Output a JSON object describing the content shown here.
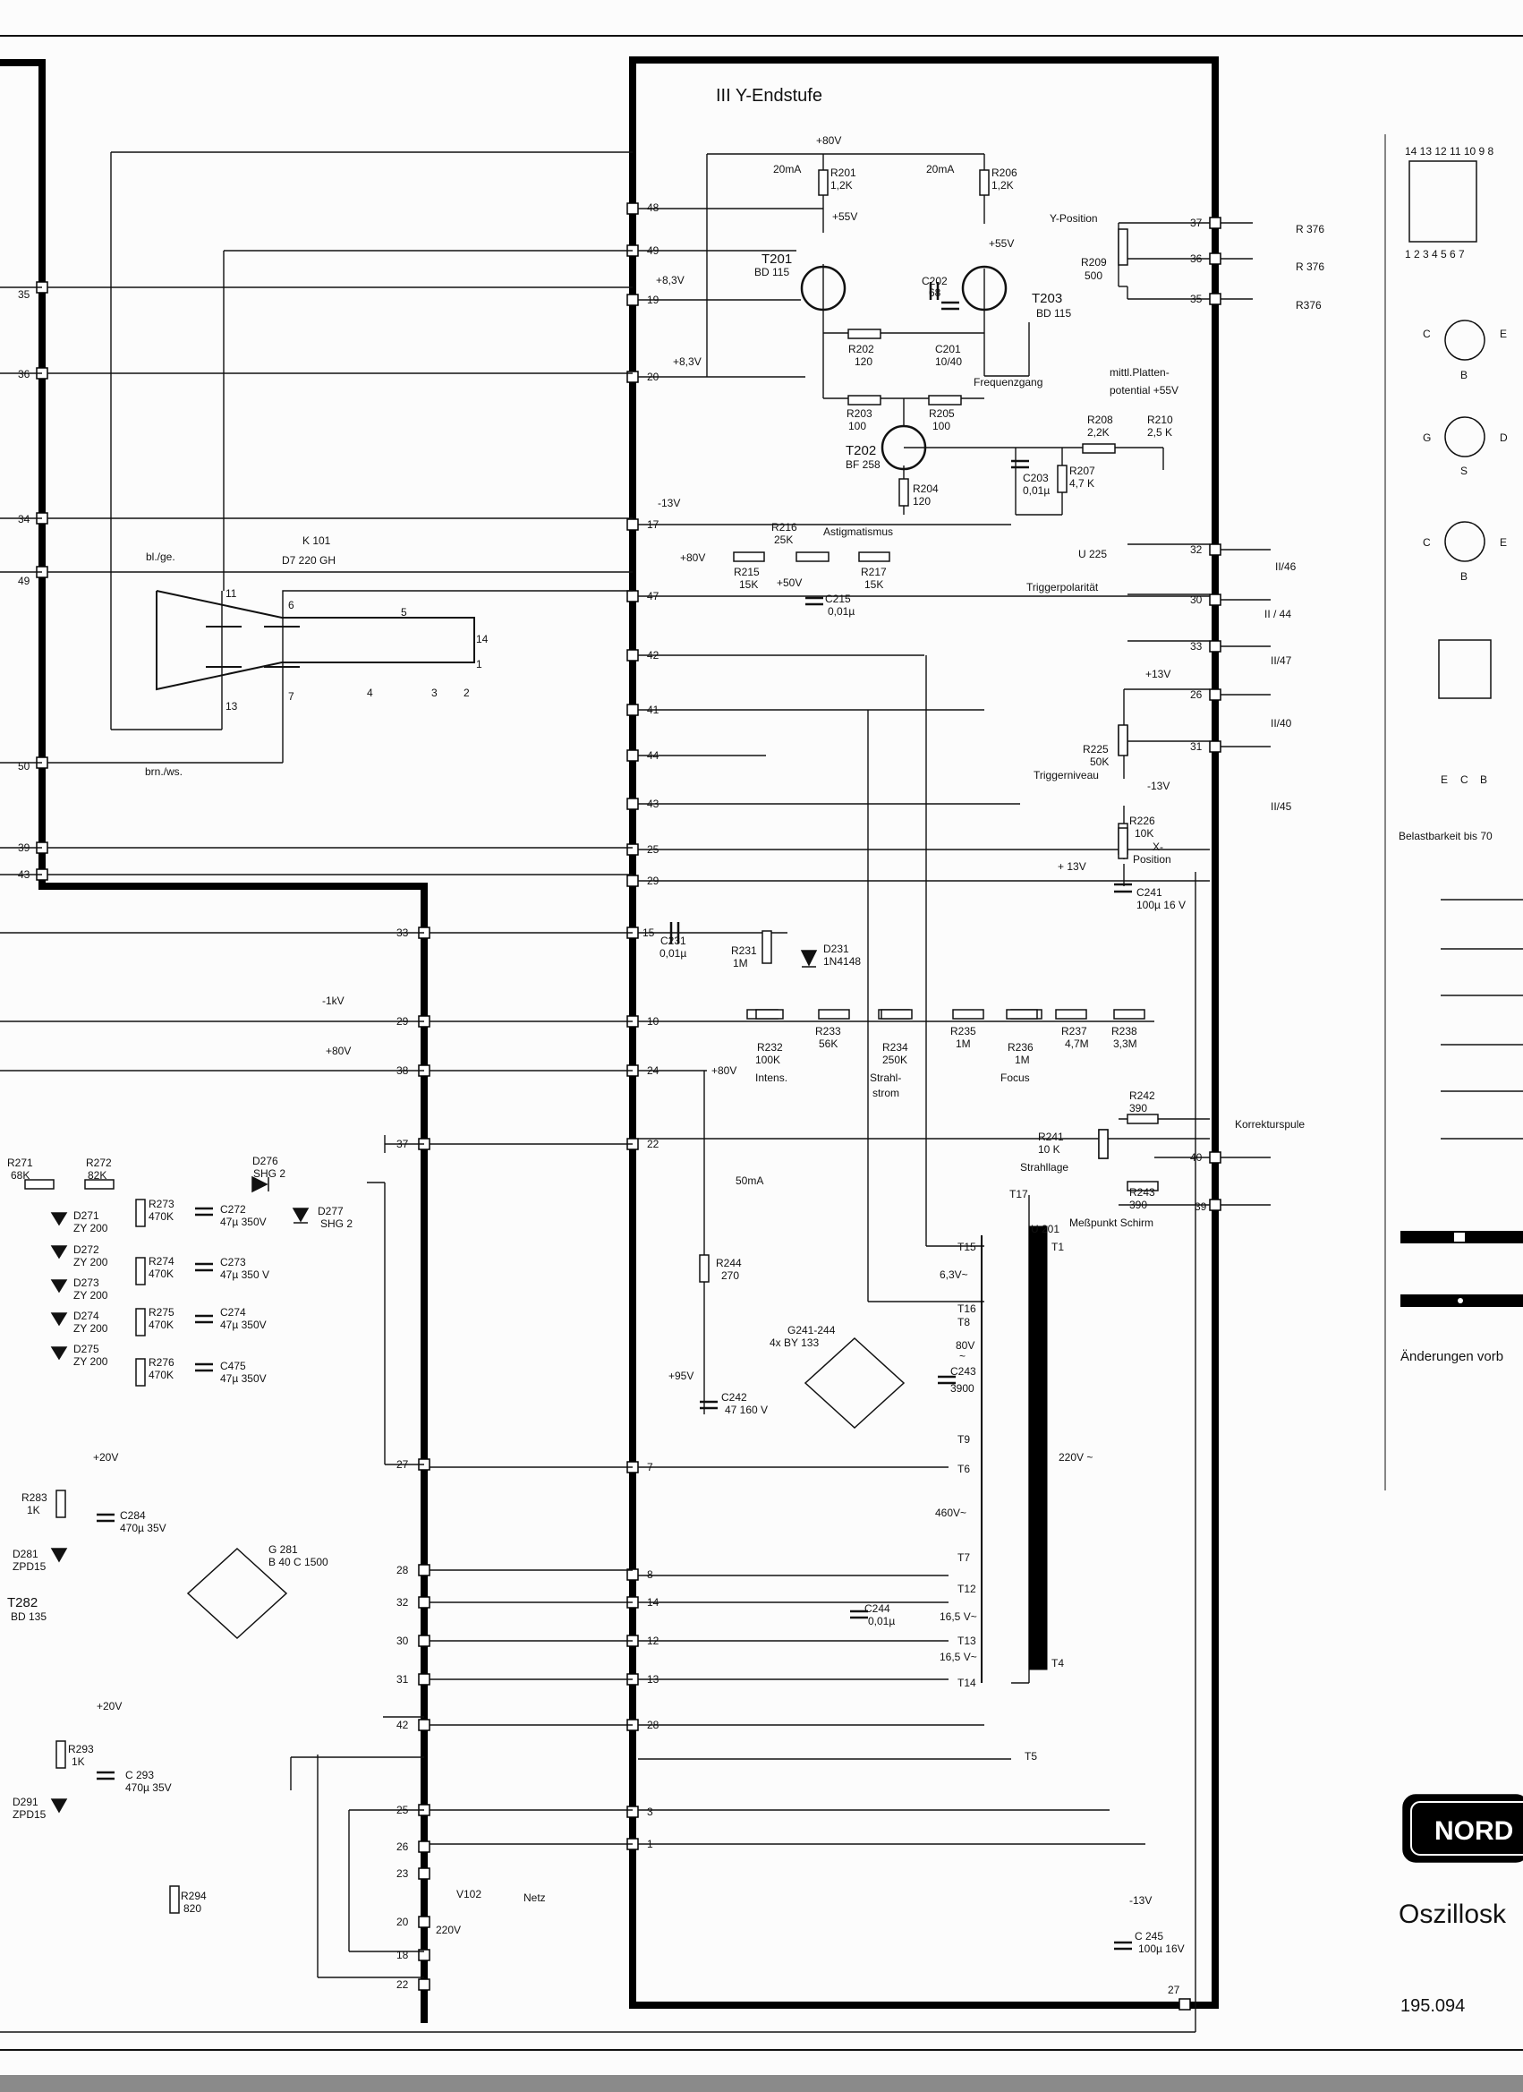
{
  "section": {
    "title": "III Y-Endstufe"
  },
  "supplies": [
    "+80V",
    "+55V",
    "+55V",
    "+8,3V",
    "+8,3V",
    "-13V",
    "+80V",
    "+50V",
    "-1kV",
    "+80V",
    "+80V",
    "+20V",
    "+20V",
    "+95V",
    "+13V",
    "+ 13V",
    "-13V",
    "-13V",
    "20mA",
    "20mA",
    "50mA"
  ],
  "components": [
    {
      "ref": "R201",
      "value": "1,2K"
    },
    {
      "ref": "R206",
      "value": "1,2K"
    },
    {
      "ref": "T201",
      "value": "BD 115"
    },
    {
      "ref": "T203",
      "value": "BD 115"
    },
    {
      "ref": "C202",
      "value": "68"
    },
    {
      "ref": "R202",
      "value": "120"
    },
    {
      "ref": "C201",
      "value": "10/40"
    },
    {
      "ref": "R203",
      "value": "100"
    },
    {
      "ref": "R205",
      "value": "100"
    },
    {
      "ref": "T202",
      "value": "BF 258"
    },
    {
      "ref": "R204",
      "value": "120"
    },
    {
      "ref": "R208",
      "value": "2,2K"
    },
    {
      "ref": "R210",
      "value": "2,5 K"
    },
    {
      "ref": "C203",
      "value": "0,01µ"
    },
    {
      "ref": "R207",
      "value": "4,7 K"
    },
    {
      "ref": "R209",
      "value": "500"
    },
    {
      "ref": "R216",
      "value": "25K"
    },
    {
      "ref": "R215",
      "value": "15K"
    },
    {
      "ref": "R217",
      "value": "15K"
    },
    {
      "ref": "C215",
      "value": "0,01µ"
    },
    {
      "ref": "K 101",
      "value": "D7 220 GH"
    },
    {
      "ref": "R225",
      "value": "50K"
    },
    {
      "ref": "R226",
      "value": "10K"
    },
    {
      "ref": "C241",
      "value": "100µ 16 V"
    },
    {
      "ref": "C231",
      "value": "0,01µ"
    },
    {
      "ref": "R231",
      "value": "1M"
    },
    {
      "ref": "D231",
      "value": "1N4148"
    },
    {
      "ref": "R232",
      "value": "100K"
    },
    {
      "ref": "R233",
      "value": "56K"
    },
    {
      "ref": "R234",
      "value": "250K"
    },
    {
      "ref": "R235",
      "value": "1M"
    },
    {
      "ref": "R236",
      "value": "1M"
    },
    {
      "ref": "R237",
      "value": "4,7M"
    },
    {
      "ref": "R238",
      "value": "3,3M"
    },
    {
      "ref": "R242",
      "value": "390"
    },
    {
      "ref": "R241",
      "value": "10 K"
    },
    {
      "ref": "R243",
      "value": "390"
    },
    {
      "ref": "R271",
      "value": "68K"
    },
    {
      "ref": "R272",
      "value": "82K"
    },
    {
      "ref": "D276",
      "value": "SHG 2"
    },
    {
      "ref": "D277",
      "value": "SHG 2"
    },
    {
      "ref": "D271",
      "value": "ZY 200"
    },
    {
      "ref": "D272",
      "value": "ZY 200"
    },
    {
      "ref": "D273",
      "value": "ZY 200"
    },
    {
      "ref": "D274",
      "value": "ZY 200"
    },
    {
      "ref": "D275",
      "value": "ZY 200"
    },
    {
      "ref": "R273",
      "value": "470K"
    },
    {
      "ref": "R274",
      "value": "470K"
    },
    {
      "ref": "R275",
      "value": "470K"
    },
    {
      "ref": "R276",
      "value": "470K"
    },
    {
      "ref": "C272",
      "value": "47µ 350V"
    },
    {
      "ref": "C273",
      "value": "47µ 350 V"
    },
    {
      "ref": "C274",
      "value": "47µ 350V"
    },
    {
      "ref": "C475",
      "value": "47µ 350V"
    },
    {
      "ref": "R244",
      "value": "270"
    },
    {
      "ref": "G241-244",
      "value": "4x BY 133"
    },
    {
      "ref": "C243",
      "value": "3900"
    },
    {
      "ref": "C242",
      "value": "47 160 V"
    },
    {
      "ref": "R283",
      "value": "1K"
    },
    {
      "ref": "C284",
      "value": "470µ 35V"
    },
    {
      "ref": "D281",
      "value": "ZPD15"
    },
    {
      "ref": "T282",
      "value": "BD 135"
    },
    {
      "ref": "G 281",
      "value": "B 40 C 1500"
    },
    {
      "ref": "C244",
      "value": "0,01µ"
    },
    {
      "ref": "R293",
      "value": "1K"
    },
    {
      "ref": "C 293",
      "value": "470µ 35V"
    },
    {
      "ref": "D291",
      "value": "ZPD15"
    },
    {
      "ref": "R294",
      "value": "820"
    },
    {
      "ref": "V102",
      "value": "Netz"
    },
    {
      "ref": "C 245",
      "value": "100µ 16V"
    },
    {
      "ref": "U 201",
      "value": "T1"
    }
  ],
  "annotations": [
    "Y-Position",
    "Frequenzgang",
    "mittl.Platten-",
    "potential +55V",
    "Astigmatismus",
    "bl./ge.",
    "brn./ws.",
    "U 225",
    "Triggerpolarität",
    "Triggerniveau",
    "X-",
    "Position",
    "Intens.",
    "Strahl-",
    "strom",
    "Focus",
    "Korrekturspule",
    "Strahllage",
    "T17",
    "Meßpunkt Schirm",
    "220V"
  ],
  "transformer": [
    "T15",
    "6,3V~",
    "T16",
    "T8",
    "80V",
    "~",
    "T9",
    "T6",
    "460V~",
    "T7",
    "T12",
    "16,5 V~",
    "T13",
    "16,5 V~",
    "T14",
    "T4",
    "T5",
    "220V ~"
  ],
  "connector_left_pins": [
    "35",
    "36",
    "34",
    "49",
    "50",
    "39",
    "43"
  ],
  "connector_mid_pins": [
    "33",
    "29",
    "38",
    "37",
    "27",
    "28",
    "32",
    "30",
    "31",
    "42",
    "25",
    "26",
    "23",
    "20",
    "18",
    "22"
  ],
  "connector_board_pins": [
    "48",
    "49",
    "19",
    "20",
    "17",
    "47",
    "42",
    "41",
    "44",
    "43",
    "25",
    "29",
    "15",
    "10",
    "24",
    "22",
    "7",
    "8",
    "14",
    "12",
    "13",
    "28",
    "3",
    "1"
  ],
  "connector_right_pins": [
    "37",
    "36",
    "35",
    "32",
    "30",
    "33",
    "26",
    "31",
    "40",
    "39",
    "27"
  ],
  "external_refs": [
    "R 376",
    "R 376",
    "R376",
    "II/46",
    "II / 44",
    "II/47",
    "II/40",
    "II/45"
  ],
  "crt_pins": [
    "11",
    "6",
    "5",
    "14",
    "1",
    "2",
    "3",
    "4",
    "7",
    "13"
  ],
  "side_panel": {
    "ic_pins_top": "14 13 12 11 10 9 8",
    "ic_pins_bottom": "1 2 3 4 5 6 7",
    "pinout_1": [
      "C",
      "E",
      "B"
    ],
    "pinout_2": [
      "G",
      "D",
      "S"
    ],
    "pinout_3": [
      "C",
      "E",
      "B"
    ],
    "pinout_4": [
      "E",
      "C",
      "B"
    ],
    "load_text": "Belastbarkeit bis 70",
    "changes_text": "Änderungen vorb",
    "brand": "NORD",
    "product": "Oszillosk",
    "doc_number": "195.094"
  }
}
